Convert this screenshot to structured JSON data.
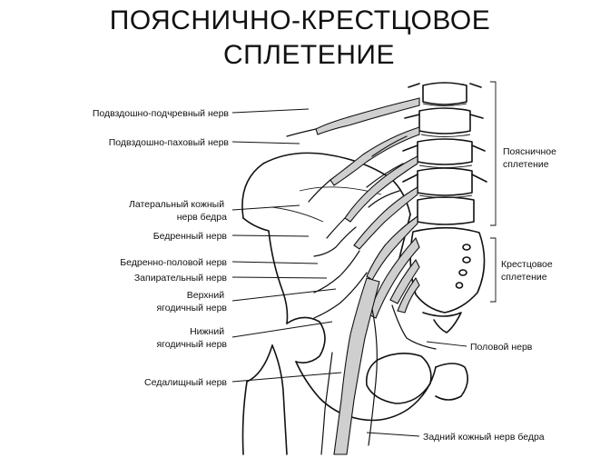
{
  "title": {
    "line1": "ПОЯСНИЧНО-КРЕСТЦОВОЕ",
    "line2": "СПЛЕТЕНИЕ"
  },
  "labels_left": [
    {
      "lines": [
        "Подвздошно-подчревный нерв"
      ]
    },
    {
      "lines": [
        "Подвздошно-паховый нерв"
      ]
    },
    {
      "lines": [
        "Латеральный кожный",
        "нерв бедра"
      ]
    },
    {
      "lines": [
        "Бедренный нерв"
      ]
    },
    {
      "lines": [
        "Бедренно-половой нерв"
      ]
    },
    {
      "lines": [
        "Запирательный нерв"
      ]
    },
    {
      "lines": [
        "Верхний",
        "ягодичный нерв"
      ]
    },
    {
      "lines": [
        "Нижний",
        "ягодичный нерв"
      ]
    },
    {
      "lines": [
        "Седалищный нерв"
      ]
    }
  ],
  "labels_right": [
    {
      "lines": [
        "Поясничное",
        "сплетение"
      ]
    },
    {
      "lines": [
        "Крестцовое",
        "сплетение"
      ]
    },
    {
      "lines": [
        "Половой нерв"
      ]
    },
    {
      "lines": [
        "Задний кожный нерв бедра"
      ]
    }
  ]
}
